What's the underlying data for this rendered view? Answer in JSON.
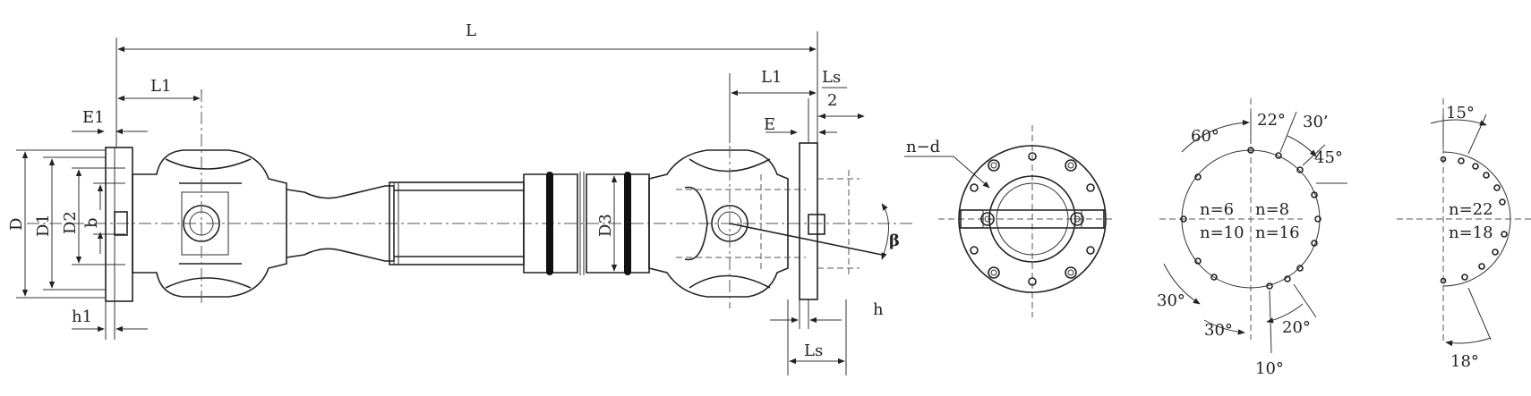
{
  "labels": {
    "L": "L",
    "L1_left": "L1",
    "L1_right": "L1",
    "Ls_over_2_num": "Ls",
    "Ls_over_2_den": "2",
    "E1": "E1",
    "E": "E",
    "D": "D",
    "D1": "D1",
    "D2": "D2",
    "b": "b",
    "D3": "D3",
    "beta": "β",
    "h1": "h1",
    "h": "h",
    "Ls_bottom": "Ls",
    "n_d": "n−d"
  },
  "flange_patterns": {
    "center": {
      "angles": [
        "60°",
        "22°",
        "30’",
        "45°",
        "30°",
        "30°",
        "20°",
        "10°"
      ],
      "counts": [
        "n=6",
        "n=8",
        "n=10",
        "n=16"
      ]
    },
    "right": {
      "angles": [
        "15°",
        "18°"
      ],
      "counts": [
        "n=22",
        "n=18"
      ]
    }
  }
}
